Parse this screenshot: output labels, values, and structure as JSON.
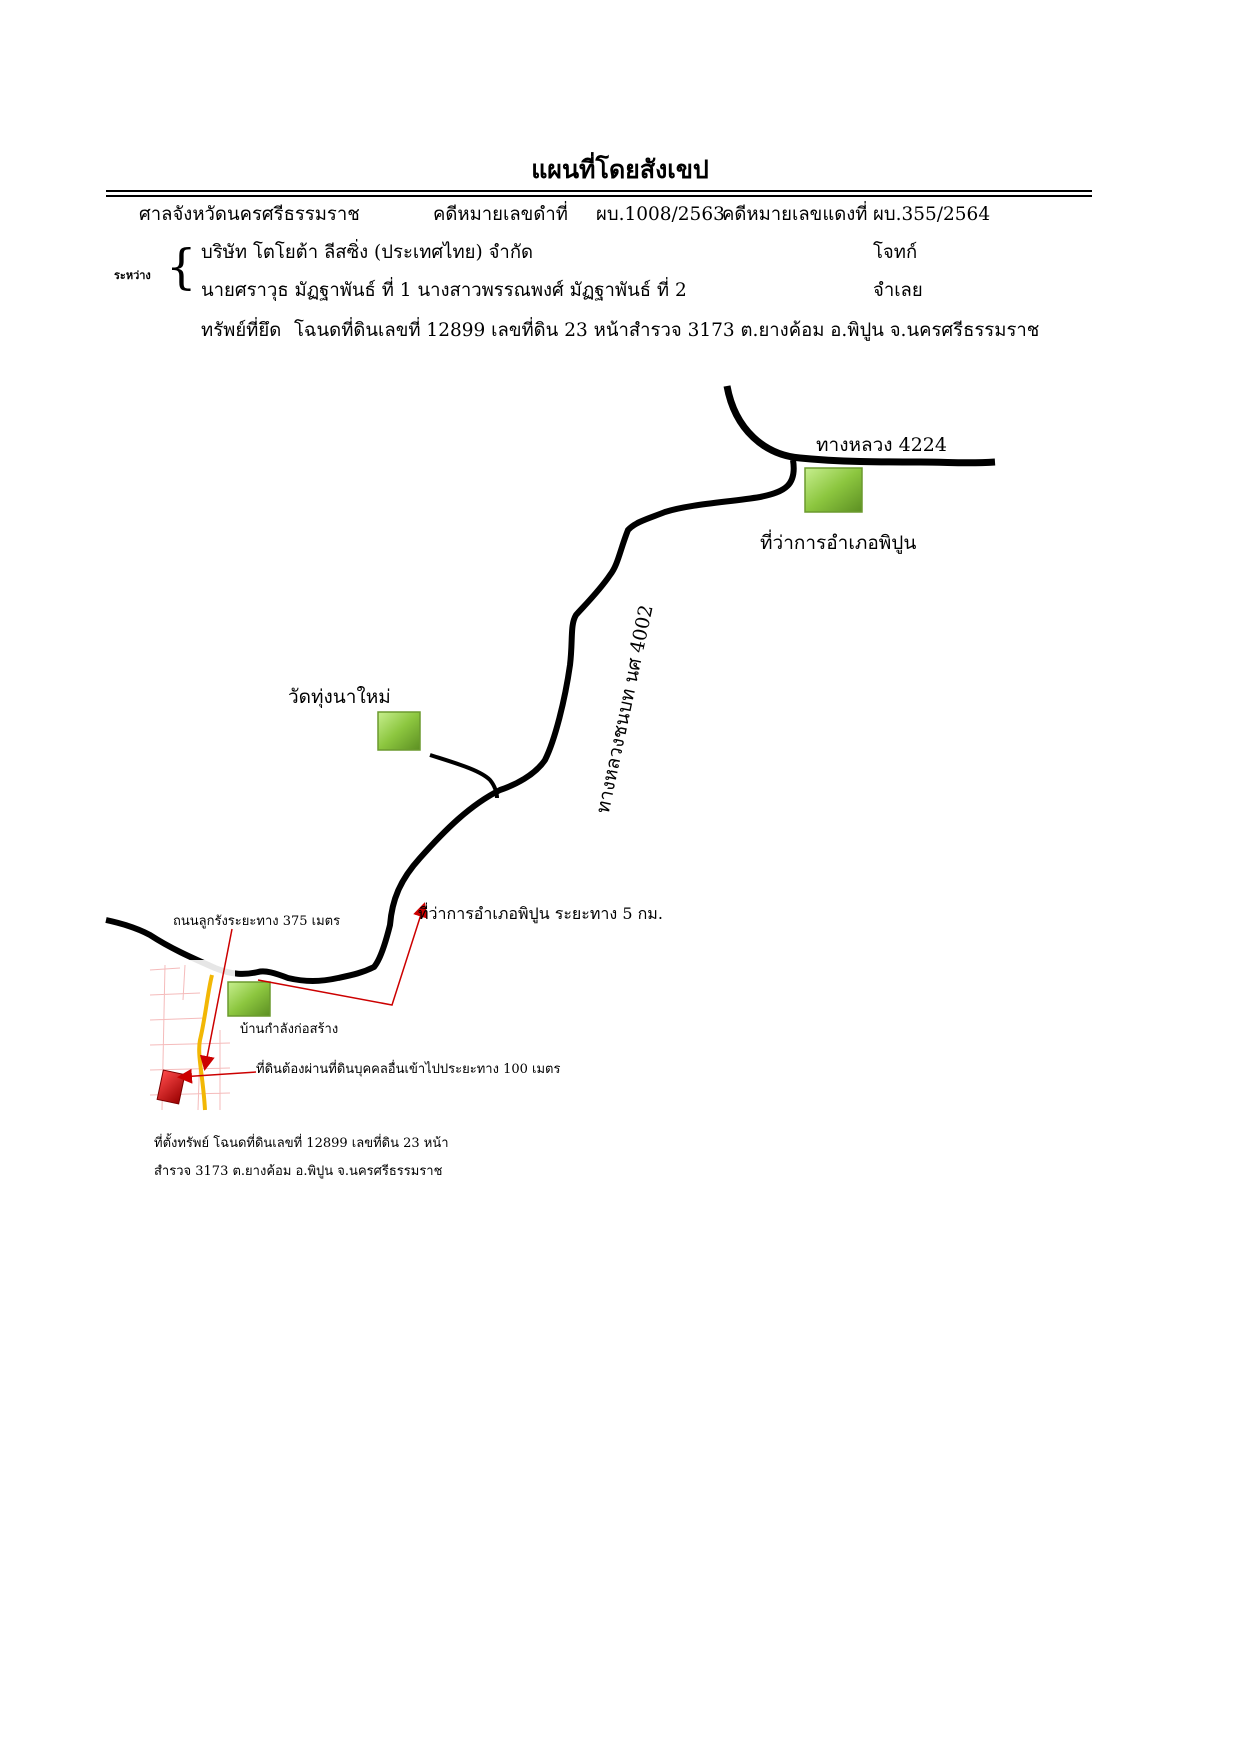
{
  "title": "แผนที่โดยสังเขป",
  "header": {
    "court": "ศาลจังหวัดนครศรีธรรมราช",
    "black_case_label": "คดีหมายเลขดำที่",
    "black_case_no": "ผบ.1008/2563",
    "red_case_label": "คดีหมายเลขแดงที่",
    "red_case_no": "ผบ.355/2564",
    "between_label": "ระหว่าง",
    "plaintiff": "บริษัท โตโยต้า ลีสซิ่ง (ประเทศไทย) จำกัด",
    "plaintiff_role": "โจทก์",
    "defendant": "นายศราวุธ มัฏฐาพันธ์ ที่ 1 นางสาวพรรณพงศ์ มัฏฐาพันธ์ ที่ 2",
    "defendant_role": "จำเลย",
    "seized_label": "ทรัพย์ที่ยึด",
    "seized_desc": "โฉนดที่ดินเลขที่ 12899 เลขที่ดิน 23 หน้าสำรวจ 3173 ต.ยางค้อม อ.พิปูน จ.นครศรีธรรมราช"
  },
  "map": {
    "highway_4224": "ทางหลวง 4224",
    "district_office": "ที่ว่าการอำเภอพิปูน",
    "road_4002": "ทางหลวงชนบท นศ 4002",
    "temple": "วัดทุ่งนาใหม่",
    "gravel_road": "ถนนลูกรังระยะทาง 375 เมตร",
    "district_distance": "ที่ว่าการอำเภอพิปูน ระยะทาง 5 กม.",
    "house_construction": "บ้านกำลังก่อสร้าง",
    "pass_through": "ที่ดินต้องผ่านที่ดินบุคคลอื่นเข้าไปประยะทาง 100 เมตร",
    "property_line1": "ที่ตั้งทรัพย์ โฉนดที่ดินเลขที่ 12899 เลขที่ดิน 23 หน้า",
    "property_line2": "สำรวจ 3173 ต.ยางค้อม อ.พิปูน จ.นครศรีธรรมราช",
    "colors": {
      "road": "#000000",
      "marker_green": "#8cc63f",
      "property_red": "#cc0000",
      "arrow_red": "#cc0000",
      "local_road": "#f2b705"
    }
  }
}
